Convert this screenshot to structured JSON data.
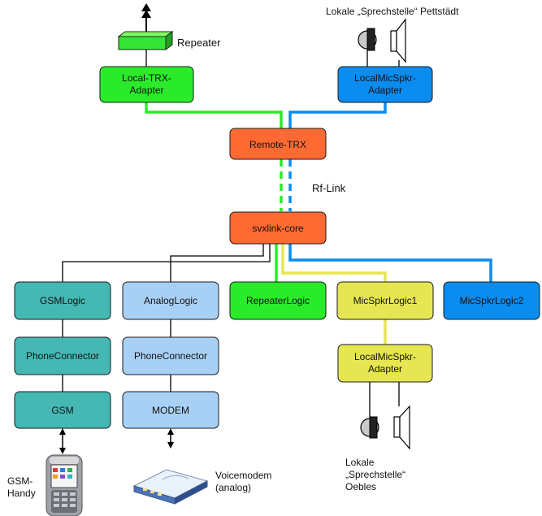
{
  "colors": {
    "green": "#2aeb2a",
    "blue": "#0a8cf0",
    "orange": "#ff6a33",
    "teal": "#45b8b4",
    "light_blue": "#a8d0f5",
    "yellow": "#e6e653",
    "black": "#000000"
  },
  "nodes": {
    "local_trx": {
      "line1": "Local-TRX-",
      "line2": "Adapter"
    },
    "local_mic_top": {
      "line1": "LocalMicSpkr-",
      "line2": "Adapter"
    },
    "remote_trx": {
      "label": "Remote-TRX"
    },
    "core": {
      "label": "svxlink-core"
    },
    "gsm_logic": {
      "label": "GSMLogic"
    },
    "analog_logic": {
      "label": "AnalogLogic"
    },
    "repeater_logic": {
      "label": "RepeaterLogic"
    },
    "mic_logic1": {
      "label": "MicSpkrLogic1"
    },
    "mic_logic2": {
      "label": "MicSpkrLogic2"
    },
    "phone_conn_1": {
      "label": "PhoneConnector"
    },
    "phone_conn_2": {
      "label": "PhoneConnector"
    },
    "gsm": {
      "label": "GSM"
    },
    "modem": {
      "label": "MODEM"
    },
    "local_mic_bottom": {
      "line1": "LocalMicSpkr-",
      "line2": "Adapter"
    }
  },
  "labels": {
    "repeater": "Repeater",
    "station_top": "Lokale „Sprechstelle“ Pettstädt",
    "rf_link": "Rf-Link",
    "gsm_handy_1": "GSM-",
    "gsm_handy_2": "Handy",
    "voicemodem_1": "Voicemodem",
    "voicemodem_2": "(analog)",
    "station_bottom_1": "Lokale",
    "station_bottom_2": "„Sprechstelle“",
    "station_bottom_3": "Oebles"
  },
  "icons": {
    "antenna": "up-arrow-antenna-icon",
    "repeater": "repeater-box-icon",
    "microphone": "microphone-icon",
    "speaker": "speaker-icon",
    "handset": "mobile-phone-icon",
    "modem": "voicemodem-icon"
  }
}
